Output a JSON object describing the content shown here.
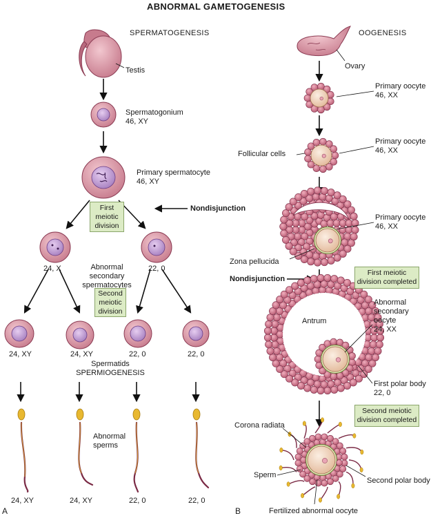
{
  "title": "ABNORMAL GAMETOGENESIS",
  "left": {
    "header": "SPERMATOGENESIS",
    "panel_letter": "A",
    "testis": "Testis",
    "spermatogonium": "Spermatogonium",
    "spermatogonium_karyotype": "46, XY",
    "primary_spermatocyte": "Primary spermatocyte",
    "primary_spermatocyte_karyotype": "46, XY",
    "first_division_box": "First\nmeiotic\ndivision",
    "nondisjunction": "Nondisjunction",
    "secondary_left_karyotype": "24, X",
    "secondary_right_karyotype": "22, 0",
    "secondary_label": "Abnormal\nsecondary spermatocytes",
    "second_division_box": "Second\nmeiotic\ndivision",
    "spermatid_karyotypes": [
      "24, XY",
      "24, XY",
      "22, 0",
      "22, 0"
    ],
    "spermatids": "Spermatids",
    "spermiogenesis": "SPERMIOGENESIS",
    "abnormal_sperms": "Abnormal\nsperms",
    "sperm_karyotypes": [
      "24, XY",
      "24, XY",
      "22, 0",
      "22, 0"
    ]
  },
  "right": {
    "header": "OOGENESIS",
    "panel_letter": "B",
    "ovary": "Ovary",
    "primary_oocyte_1": "Primary oocyte",
    "primary_oocyte_1_karyotype": "46, XX",
    "follicular_cells": "Follicular cells",
    "primary_oocyte_2": "Primary oocyte",
    "primary_oocyte_2_karyotype": "46, XX",
    "primary_oocyte_3": "Primary oocyte",
    "primary_oocyte_3_karyotype": "46, XX",
    "zona_pellucida": "Zona pellucida",
    "nondisjunction": "Nondisjunction",
    "first_division_box": "First meiotic\ndivision completed",
    "antrum": "Antrum",
    "abnormal_secondary_oocyte": "Abnormal\nsecondary\noocyte",
    "abnormal_secondary_oocyte_karyotype": "24, XX",
    "first_polar_body": "First polar body",
    "first_polar_body_karyotype": "22, 0",
    "second_division_box": "Second meiotic\ndivision completed",
    "corona_radiata": "Corona radiata",
    "sperm": "Sperm",
    "second_polar_body": "Second polar body",
    "fertilized_oocyte": "Fertilized abnormal oocyte"
  },
  "colors": {
    "cell_fill": "#d99aa6",
    "cell_stroke": "#8a3a52",
    "nucleus_fill": "#c7a4d6",
    "box_fill": "#dcebc5",
    "sperm_head": "#e8b830",
    "sperm_tail": "#7a2a45",
    "oocyte_fill": "#f2d8c2"
  }
}
